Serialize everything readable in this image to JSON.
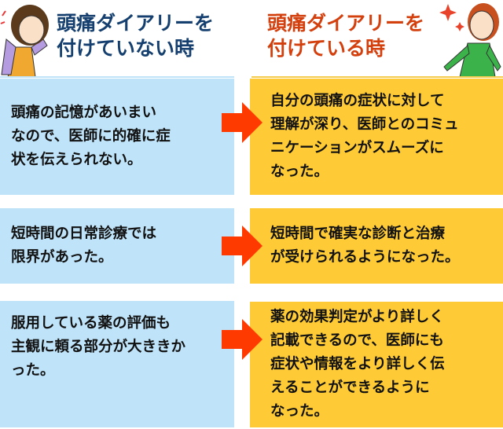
{
  "header": {
    "left_title": [
      "頭痛ダイアリーを",
      "付けていない時"
    ],
    "right_title": [
      "頭痛ダイアリーを",
      "付けている時"
    ]
  },
  "rows": [
    {
      "before": [
        "頭痛の記憶があいまい",
        "なので、医師に的確に症",
        "状を伝えられない。"
      ],
      "after": [
        "自分の頭痛の症状に対して",
        "理解が深り、医師とのコミュ",
        "ニケーションがスムーズに",
        "なった。"
      ]
    },
    {
      "before": [
        "短時間の日常診療では",
        "限界があった。"
      ],
      "after": [
        "短時間で確実な診断と治療",
        "が受けられるようになった。"
      ]
    },
    {
      "before": [
        "服用している薬の評価も",
        "主観に頼る部分が大ききか",
        "った。"
      ],
      "after": [
        "薬の効果判定がより詳しく",
        "記載できるので、医師にも",
        "症状や情報をより詳しく伝",
        "えることができるように",
        "なった。"
      ]
    }
  ],
  "colors": {
    "before_bg": "#bfe3f9",
    "after_bg": "#fecb36",
    "arrow": "#ff3a00",
    "left_title": "#143f6e",
    "right_title": "#d3400e"
  }
}
